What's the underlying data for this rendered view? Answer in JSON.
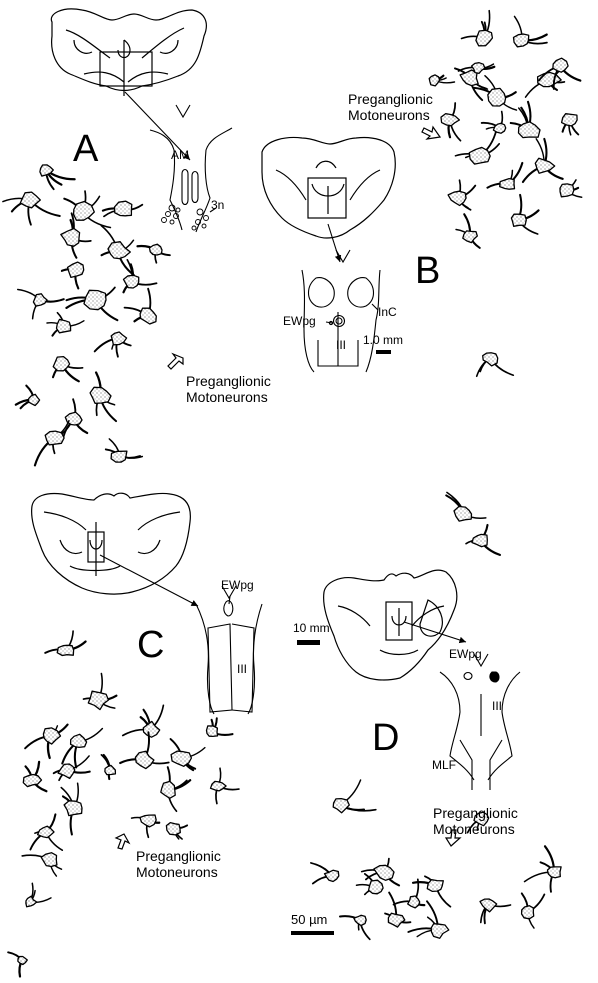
{
  "figure": {
    "panels": {
      "a": {
        "letter": "A",
        "labels": {
          "region": "AM",
          "nucleus": "3n"
        },
        "caption": "Preganglionic\nMotoneurons"
      },
      "b": {
        "letter": "B",
        "labels": {
          "nucleus": "EWpg",
          "region": "InC",
          "roman": "III"
        },
        "scale_bar": "1.0 mm",
        "caption": "Preganglionic\nMotoneurons"
      },
      "c": {
        "letter": "C",
        "labels": {
          "nucleus": "EWpg",
          "roman": "III"
        },
        "caption": "Preganglionic\nMotoneurons"
      },
      "d": {
        "letter": "D",
        "labels": {
          "nucleus": "EWpg",
          "roman": "III",
          "tract": "MLF"
        },
        "scale_bar": "10 mm",
        "caption": "Preganglionic\nMotoneurons"
      }
    },
    "cell_scale_bar": "50 µm"
  }
}
